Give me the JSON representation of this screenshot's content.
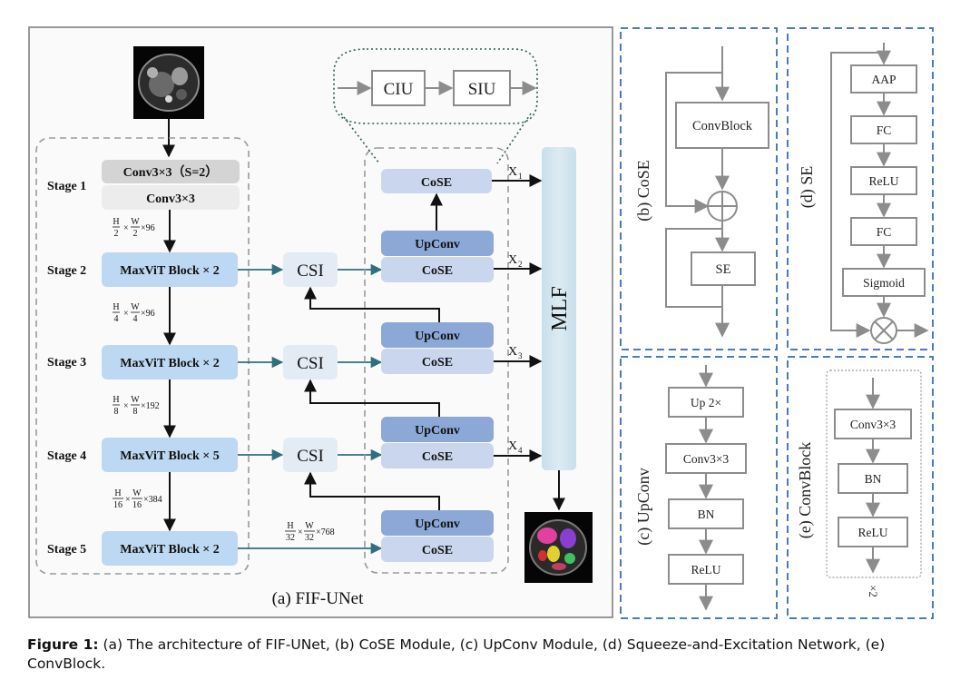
{
  "main": {
    "stages": [
      "Stage 1",
      "Stage 2",
      "Stage 3",
      "Stage 4",
      "Stage 5"
    ],
    "stage1_top": "Conv3×3（S=2）",
    "stage1_bottom": "Conv3×3",
    "maxvit": [
      "MaxViT Block × 2",
      "MaxViT Block × 2",
      "MaxViT Block × 5",
      "MaxViT Block × 2"
    ],
    "dims": [
      {
        "h": "H",
        "hd": "2",
        "w": "W",
        "wd": "2",
        "c": "×96"
      },
      {
        "h": "H",
        "hd": "4",
        "w": "W",
        "wd": "4",
        "c": "×96"
      },
      {
        "h": "H",
        "hd": "8",
        "w": "W",
        "wd": "8",
        "c": "×192"
      },
      {
        "h": "H",
        "hd": "16",
        "w": "W",
        "wd": "16",
        "c": "×384"
      },
      {
        "h": "H",
        "hd": "32",
        "w": "W",
        "wd": "32",
        "c": "×768"
      }
    ],
    "csi": "CSI",
    "cose": "CoSE",
    "upconv": "UpConv",
    "ciu": "CIU",
    "siu": "SIU",
    "mlf": "MLF",
    "x_labels": [
      {
        "base": "X",
        "sub": "1"
      },
      {
        "base": "X",
        "sub": "2"
      },
      {
        "base": "X",
        "sub": "3"
      },
      {
        "base": "X",
        "sub": "4"
      }
    ],
    "label": "(a) FIF-UNet"
  },
  "panel_b": {
    "label": "(b) CoSE",
    "convblock": "ConvBlock",
    "se": "SE"
  },
  "panel_c": {
    "label": "(c) UpConv",
    "blocks": [
      "Up 2×",
      "Conv3×3",
      "BN",
      "ReLU"
    ]
  },
  "panel_d": {
    "label": "(d) SE",
    "blocks": [
      "AAP",
      "FC",
      "ReLU",
      "FC",
      "Sigmoid"
    ]
  },
  "panel_e": {
    "label": "(e) ConvBlock",
    "blocks": [
      "Conv3×3",
      "BN",
      "ReLU"
    ],
    "repeat": "×2"
  },
  "caption": {
    "lead": "Figure 1:",
    "text": " (a) The architecture of FIF-UNet, (b) CoSE Module, (c) UpConv Module, (d) Squeeze-and-Excitation Network, (e) ConvBlock."
  },
  "colors": {
    "frame": "#808080",
    "dashed_blue": "#4a7db8",
    "maxvit_fill": "#bcd8f2",
    "csi_fill": "#e3ebf5",
    "cose_fill": "#c9d6ee",
    "upconv_fill": "#8ba8d6",
    "mlf_fill": "#d3e6f0",
    "teal_arrow": "#2f6f7e",
    "gray_box": "#8c8c8c"
  }
}
